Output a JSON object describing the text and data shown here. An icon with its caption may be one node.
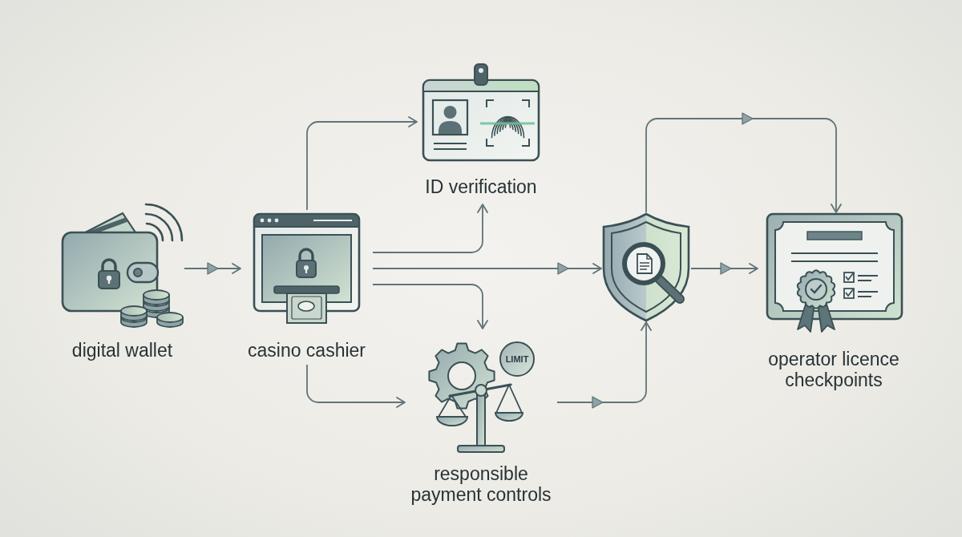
{
  "diagram": {
    "nodes": [
      {
        "text": [
          "digital wallet"
        ]
      },
      {
        "text": [
          "casino cashier"
        ]
      },
      {
        "text": [
          "ID verification"
        ]
      },
      {
        "text": [
          "LIMIT",
          "responsible payment controls"
        ]
      },
      {
        "text": [],
        "shape": "picture"
      },
      {
        "text": [
          "operator licence checkpoints"
        ]
      }
    ],
    "edges": [
      {
        "from": 0,
        "to": 1,
        "arrow": "to"
      },
      {
        "from": 1,
        "to": 2,
        "arrow": "to"
      },
      {
        "from": 1,
        "to": 2,
        "arrow": "to"
      },
      {
        "from": 1,
        "to": 4,
        "arrow": "to"
      },
      {
        "from": 1,
        "to": 3,
        "arrow": "to"
      },
      {
        "from": 1,
        "to": 3,
        "arrow": "to"
      },
      {
        "from": 3,
        "to": 4,
        "arrow": "to"
      },
      {
        "from": 4,
        "to": 5,
        "arrow": "to"
      },
      {
        "from": 4,
        "to": 5,
        "arrow": "to"
      }
    ]
  }
}
